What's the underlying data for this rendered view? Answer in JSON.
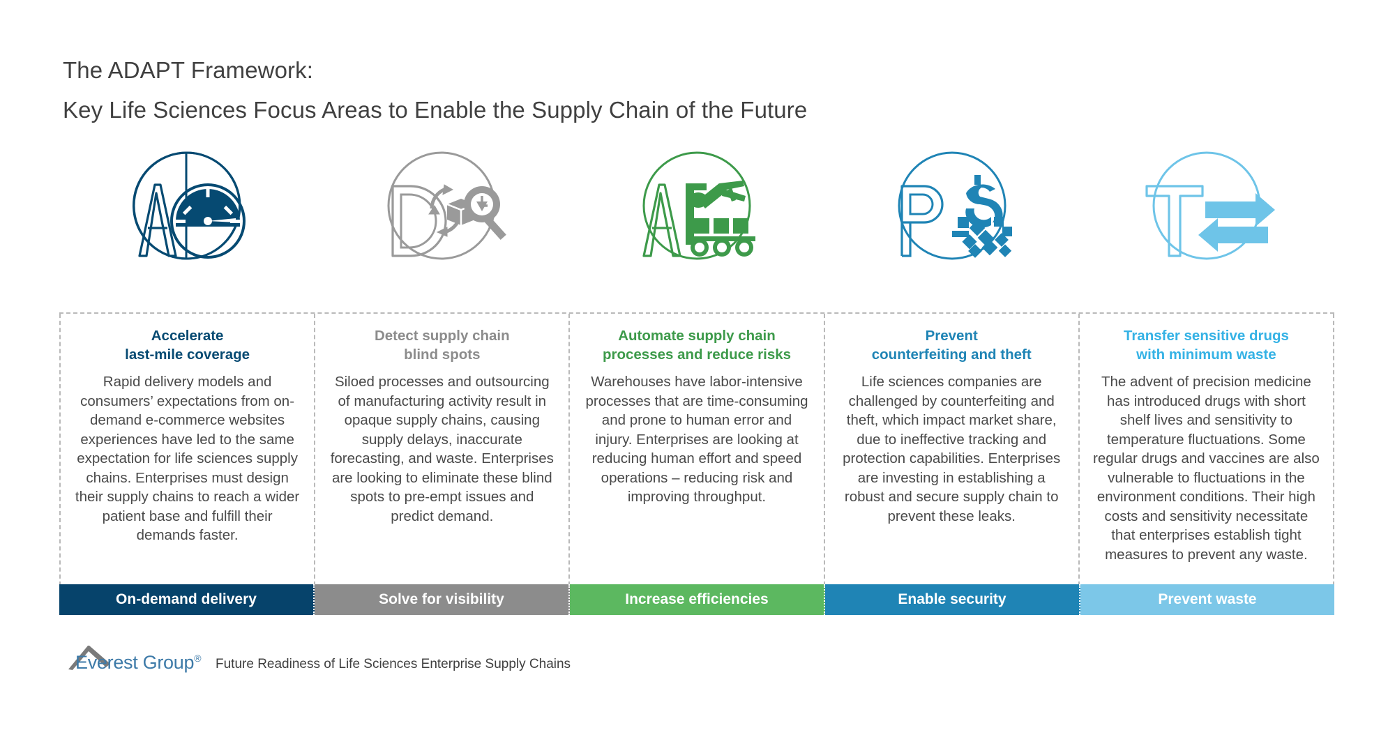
{
  "title": {
    "line1": "The ADAPT Framework:",
    "line2": "Key Life Sciences Focus Areas to Enable the Supply Chain of the Future"
  },
  "colors": {
    "navy": "#0c4a6e",
    "navy_exact": "#064a72",
    "gray": "#8c8c8c",
    "green": "#3d9a4a",
    "teal": "#1f84b5",
    "light_blue": "#6ec4e8",
    "bar_navy": "#06436b",
    "bar_gray": "#8c8c8c",
    "bar_green": "#5cb860",
    "bar_teal": "#1f84b5",
    "bar_light_blue": "#7cc7e8",
    "body_text": "#4a4a4a",
    "title_text": "#404040",
    "divider": "#b9b9b9"
  },
  "columns": [
    {
      "letter": "A",
      "icon": "speedometer-icon",
      "color": "#064a72",
      "heading": "Accelerate\nlast-mile coverage",
      "body": "Rapid delivery models and consumers’ expectations from on-demand e-commerce websites experiences have led to the same expectation for life sciences supply chains. Enterprises must design their supply chains to reach a wider patient base and fulfill their demands faster.",
      "bar_label": "On-demand delivery",
      "bar_color": "#06436b"
    },
    {
      "letter": "D",
      "icon": "package-search-cycle-icon",
      "color": "#8c8c8c",
      "heading": "Detect supply chain\nblind spots",
      "body": "Siloed processes and outsourcing of manufacturing activity result in opaque supply chains, causing supply delays, inaccurate forecasting, and waste. Enterprises are looking to eliminate these blind spots to pre-empt issues and predict demand.",
      "bar_label": "Solve for visibility",
      "bar_color": "#8c8c8c"
    },
    {
      "letter": "A",
      "icon": "robot-arm-conveyor-icon",
      "color": "#3d9a4a",
      "heading": "Automate supply chain\nprocesses and reduce risks",
      "body": "Warehouses have labor-intensive processes that are time-consuming and prone to human error and injury. Enterprises are looking at reducing human effort and speed operations – reducing risk and improving throughput.",
      "bar_label": "Increase efficiencies",
      "bar_color": "#5cb860"
    },
    {
      "letter": "P",
      "icon": "dollar-pixelating-icon",
      "color": "#1f84b5",
      "heading": "Prevent\ncounterfeiting and theft",
      "body": "Life sciences companies are challenged by counterfeiting and theft, which impact market share, due to ineffective tracking and protection capabilities. Enterprises are investing in establishing a robust and secure supply chain to prevent these leaks.",
      "bar_label": "Enable security",
      "bar_color": "#1f84b5"
    },
    {
      "letter": "T",
      "icon": "transfer-arrows-icon",
      "color": "#6ec4e8",
      "heading": "Transfer sensitive drugs\nwith minimum waste",
      "body": "The advent of precision medicine has introduced drugs with short shelf lives and sensitivity to temperature fluctuations. Some regular drugs and vaccines are also vulnerable to fluctuations in the environment conditions. Their high costs and sensitivity necessitate that enterprises establish tight measures to prevent any waste.",
      "bar_label": "Prevent waste",
      "bar_color": "#7cc7e8"
    }
  ],
  "footer": {
    "logo_name": "Everest Group",
    "logo_registered": "®",
    "caption": "Future Readiness of Life Sciences Enterprise Supply Chains"
  }
}
